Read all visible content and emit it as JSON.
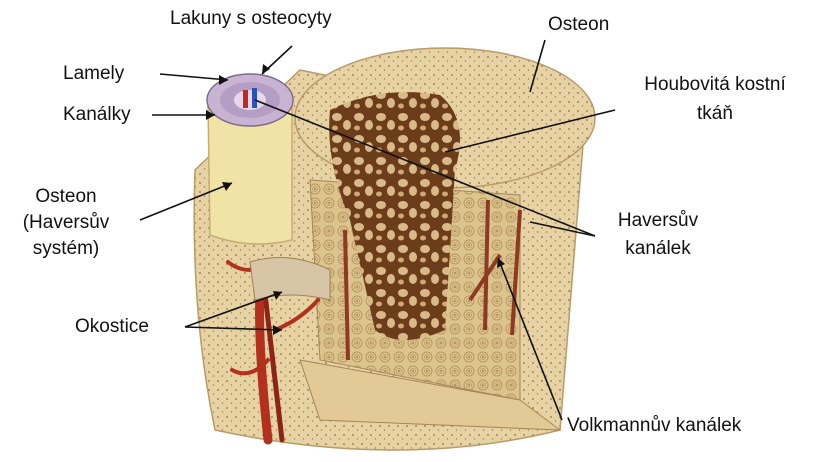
{
  "labels": {
    "lakuny": "Lakuny s osteocyty",
    "lamely": "Lamely",
    "kanalky": "Kanálky",
    "osteon_top": "Osteon",
    "houbovita_1": "Houbovitá kostní",
    "houbovita_2": "tkáň",
    "osteon_left_1": "Osteon",
    "osteon_left_2": "(Haversův",
    "osteon_left_3": "systém)",
    "haversuv_1": "Haversův",
    "haversuv_2": "kanálek",
    "okostice": "Okostice",
    "volkmannuv": "Volkmannův kanálek"
  },
  "colors": {
    "compact_bone": "#e7d2a3",
    "spongy_bone": "#7a4a22",
    "vessel": "#b3301f",
    "osteon_cylinder": "#f1e2a6",
    "leader_line": "#111111"
  }
}
